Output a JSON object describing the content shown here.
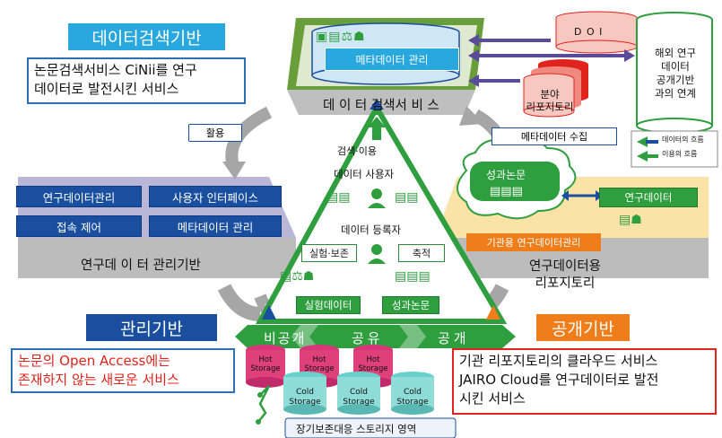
{
  "headers": {
    "search": "데이터검색기반",
    "manage": "관리기반",
    "public": "공개기반"
  },
  "descriptions": {
    "search": "논문검색서비스 CiNii를 연구\n데이터로 발전시킨 서비스",
    "manage": "논문의 Open Access에는\n존재하지 않는 새로운 서비스",
    "public": "기관 리포지토리의 클라우드 서비스\nJAIRO Cloud를 연구데이터로 발전\n시킨 서비스"
  },
  "top": {
    "platform_label": "데 이 터 검색서 비 스",
    "meta_manage": "메타데이터 관리",
    "doi": "D O I",
    "overseas": "해외 연구\n데이터\n공개기반\n과의 연계",
    "field_repo": "분야\n리포지토리",
    "usage": "활용",
    "meta_collect": "메타데이터 수집"
  },
  "legend": {
    "data_flow": "데이터의 흐름",
    "usage_flow": "이용의 흐름"
  },
  "left": {
    "items": [
      "연구데이터관리",
      "사용자 인터페이스",
      "접속 제어",
      "메타데이터 관리"
    ],
    "platform_label": "연구데 이 터 관리기반"
  },
  "right": {
    "cloud_label": "성과논문",
    "research_data": "연구데이터",
    "inst_label": "기관용 연구데이터관리",
    "platform_label": "연구데이터용\n리포지토리"
  },
  "pyramid": {
    "search_use": "검색·이용",
    "data_user": "데이터 사용자",
    "data_register": "데이터 등록자",
    "experiment_keep": "실험·보존",
    "accumulate": "축적",
    "experiment_data": "실험데이터",
    "result_paper": "성과논문"
  },
  "band": {
    "private": "비공개",
    "shared": "공유",
    "public": "공개"
  },
  "storage": {
    "hot": "Hot\nStorage",
    "cold": "Cold\nStorage",
    "caption": "장기보존대응 스토리지 영역"
  },
  "colors": {
    "green": "#2e9e3e",
    "blue": "#1a4fa0",
    "cyan": "#29a8df",
    "orange": "#ef7d1a",
    "red": "#e0231d",
    "pink": "#e0407a"
  }
}
